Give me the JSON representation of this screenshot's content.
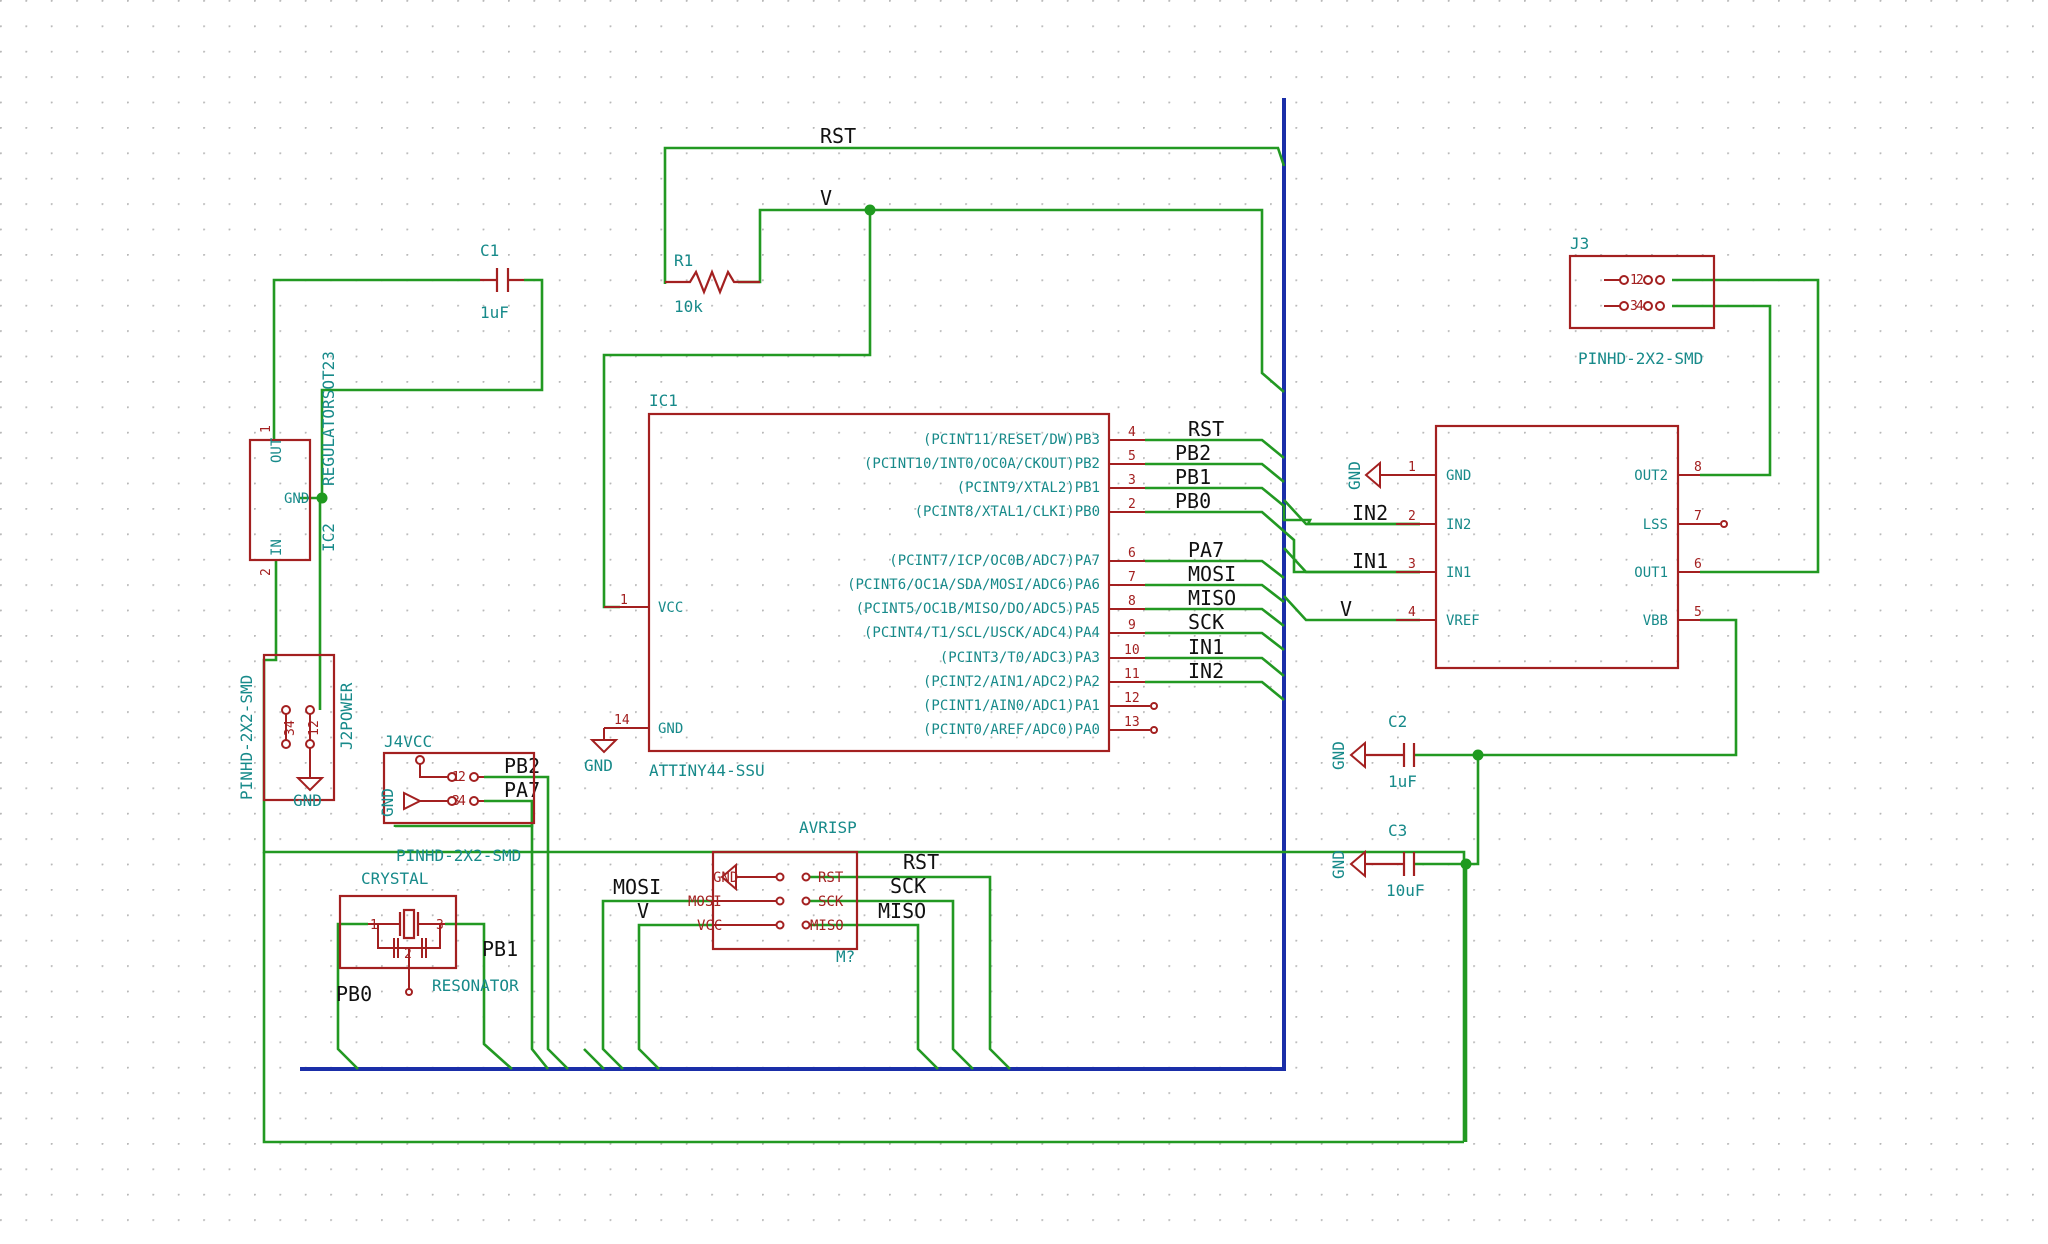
{
  "nets": {
    "rst_top": "RST",
    "v_top": "V",
    "rst_ic": "RST",
    "pb2_ic": "PB2",
    "pb1_ic": "PB1",
    "pb0_ic": "PB0",
    "pa7_ic": "PA7",
    "mosi_ic": "MOSI",
    "miso_ic": "MISO",
    "sck_ic": "SCK",
    "in1_ic": "IN1",
    "in2_ic": "IN2",
    "in2_drv": "IN2",
    "in1_drv": "IN1",
    "v_drv": "V",
    "pb2_j4": "PB2",
    "pa7_j4": "PA7",
    "pb1_crystal": "PB1",
    "pb0_crystal": "PB0",
    "mosi_isp": "MOSI",
    "v_isp": "V",
    "rst_isp": "RST",
    "sck_isp": "SCK",
    "miso_isp": "MISO"
  },
  "components": {
    "c1": {
      "ref": "C1",
      "value": "1uF"
    },
    "r1": {
      "ref": "R1",
      "value": "10k"
    },
    "regulator": {
      "ref": "IC2",
      "value": "REGULATORSOT23",
      "pins": {
        "out": "OUT",
        "gnd": "GND",
        "in": "IN"
      },
      "pin_nums": {
        "out": "1",
        "in": "2"
      }
    },
    "j2": {
      "ref": "J2POWER",
      "value": "PINHD-2X2-SMD",
      "gnd": "GND",
      "pin_nums": [
        "3",
        "4",
        "1",
        "2"
      ]
    },
    "j4": {
      "ref": "J4VCC",
      "value": "PINHD-2X2-SMD",
      "gnd": "GND",
      "pin_nums": [
        "1",
        "2",
        "3",
        "4"
      ]
    },
    "crystal": {
      "ref": "CRYSTAL",
      "value": "RESONATOR",
      "pin_nums": [
        "1",
        "2",
        "3"
      ]
    },
    "ic1": {
      "ref": "IC1",
      "value": "ATTINY44-SSU",
      "vcc": "VCC",
      "vcc_num": "1",
      "gnd": "GND",
      "gnd_num": "14",
      "pins": [
        {
          "num": "4",
          "name": "(PCINT11/RESET/DW)PB3"
        },
        {
          "num": "5",
          "name": "(PCINT10/INT0/OC0A/CKOUT)PB2"
        },
        {
          "num": "3",
          "name": "(PCINT9/XTAL2)PB1"
        },
        {
          "num": "2",
          "name": "(PCINT8/XTAL1/CLKI)PB0"
        },
        {
          "num": "6",
          "name": "(PCINT7/ICP/OC0B/ADC7)PA7"
        },
        {
          "num": "7",
          "name": "(PCINT6/OC1A/SDA/MOSI/ADC6)PA6"
        },
        {
          "num": "8",
          "name": "(PCINT5/OC1B/MISO/DO/ADC5)PA5"
        },
        {
          "num": "9",
          "name": "(PCINT4/T1/SCL/USCK/ADC4)PA4"
        },
        {
          "num": "10",
          "name": "(PCINT3/T0/ADC3)PA3"
        },
        {
          "num": "11",
          "name": "(PCINT2/AIN1/ADC2)PA2"
        },
        {
          "num": "12",
          "name": "(PCINT1/AIN0/ADC1)PA1"
        },
        {
          "num": "13",
          "name": "(PCINT0/AREF/ADC0)PA0"
        }
      ]
    },
    "gnd_ic": "GND",
    "driver": {
      "left": [
        {
          "num": "1",
          "name": "GND"
        },
        {
          "num": "2",
          "name": "IN2"
        },
        {
          "num": "3",
          "name": "IN1"
        },
        {
          "num": "4",
          "name": "VREF"
        }
      ],
      "right": [
        {
          "num": "8",
          "name": "OUT2"
        },
        {
          "num": "7",
          "name": "LSS"
        },
        {
          "num": "6",
          "name": "OUT1"
        },
        {
          "num": "5",
          "name": "VBB"
        }
      ],
      "gnd": "GND"
    },
    "j3": {
      "ref": "J3",
      "value": "PINHD-2X2-SMD",
      "pin_nums": [
        "1",
        "2",
        "3",
        "4"
      ]
    },
    "c2": {
      "ref": "C2",
      "value": "1uF",
      "gnd": "GND"
    },
    "c3": {
      "ref": "C3",
      "value": "10uF",
      "gnd": "GND"
    },
    "avrisp": {
      "ref": "M?",
      "value": "AVRISP",
      "left": [
        "GND",
        "MOSI",
        "VCC"
      ],
      "right": [
        "RST",
        "SCK",
        "MISO"
      ]
    }
  },
  "colors": {
    "wire": "#229922",
    "bus": "#1a2ea8",
    "component": "#a32020",
    "label": "#178a8a",
    "grid_dot": "#b8b8b8"
  }
}
